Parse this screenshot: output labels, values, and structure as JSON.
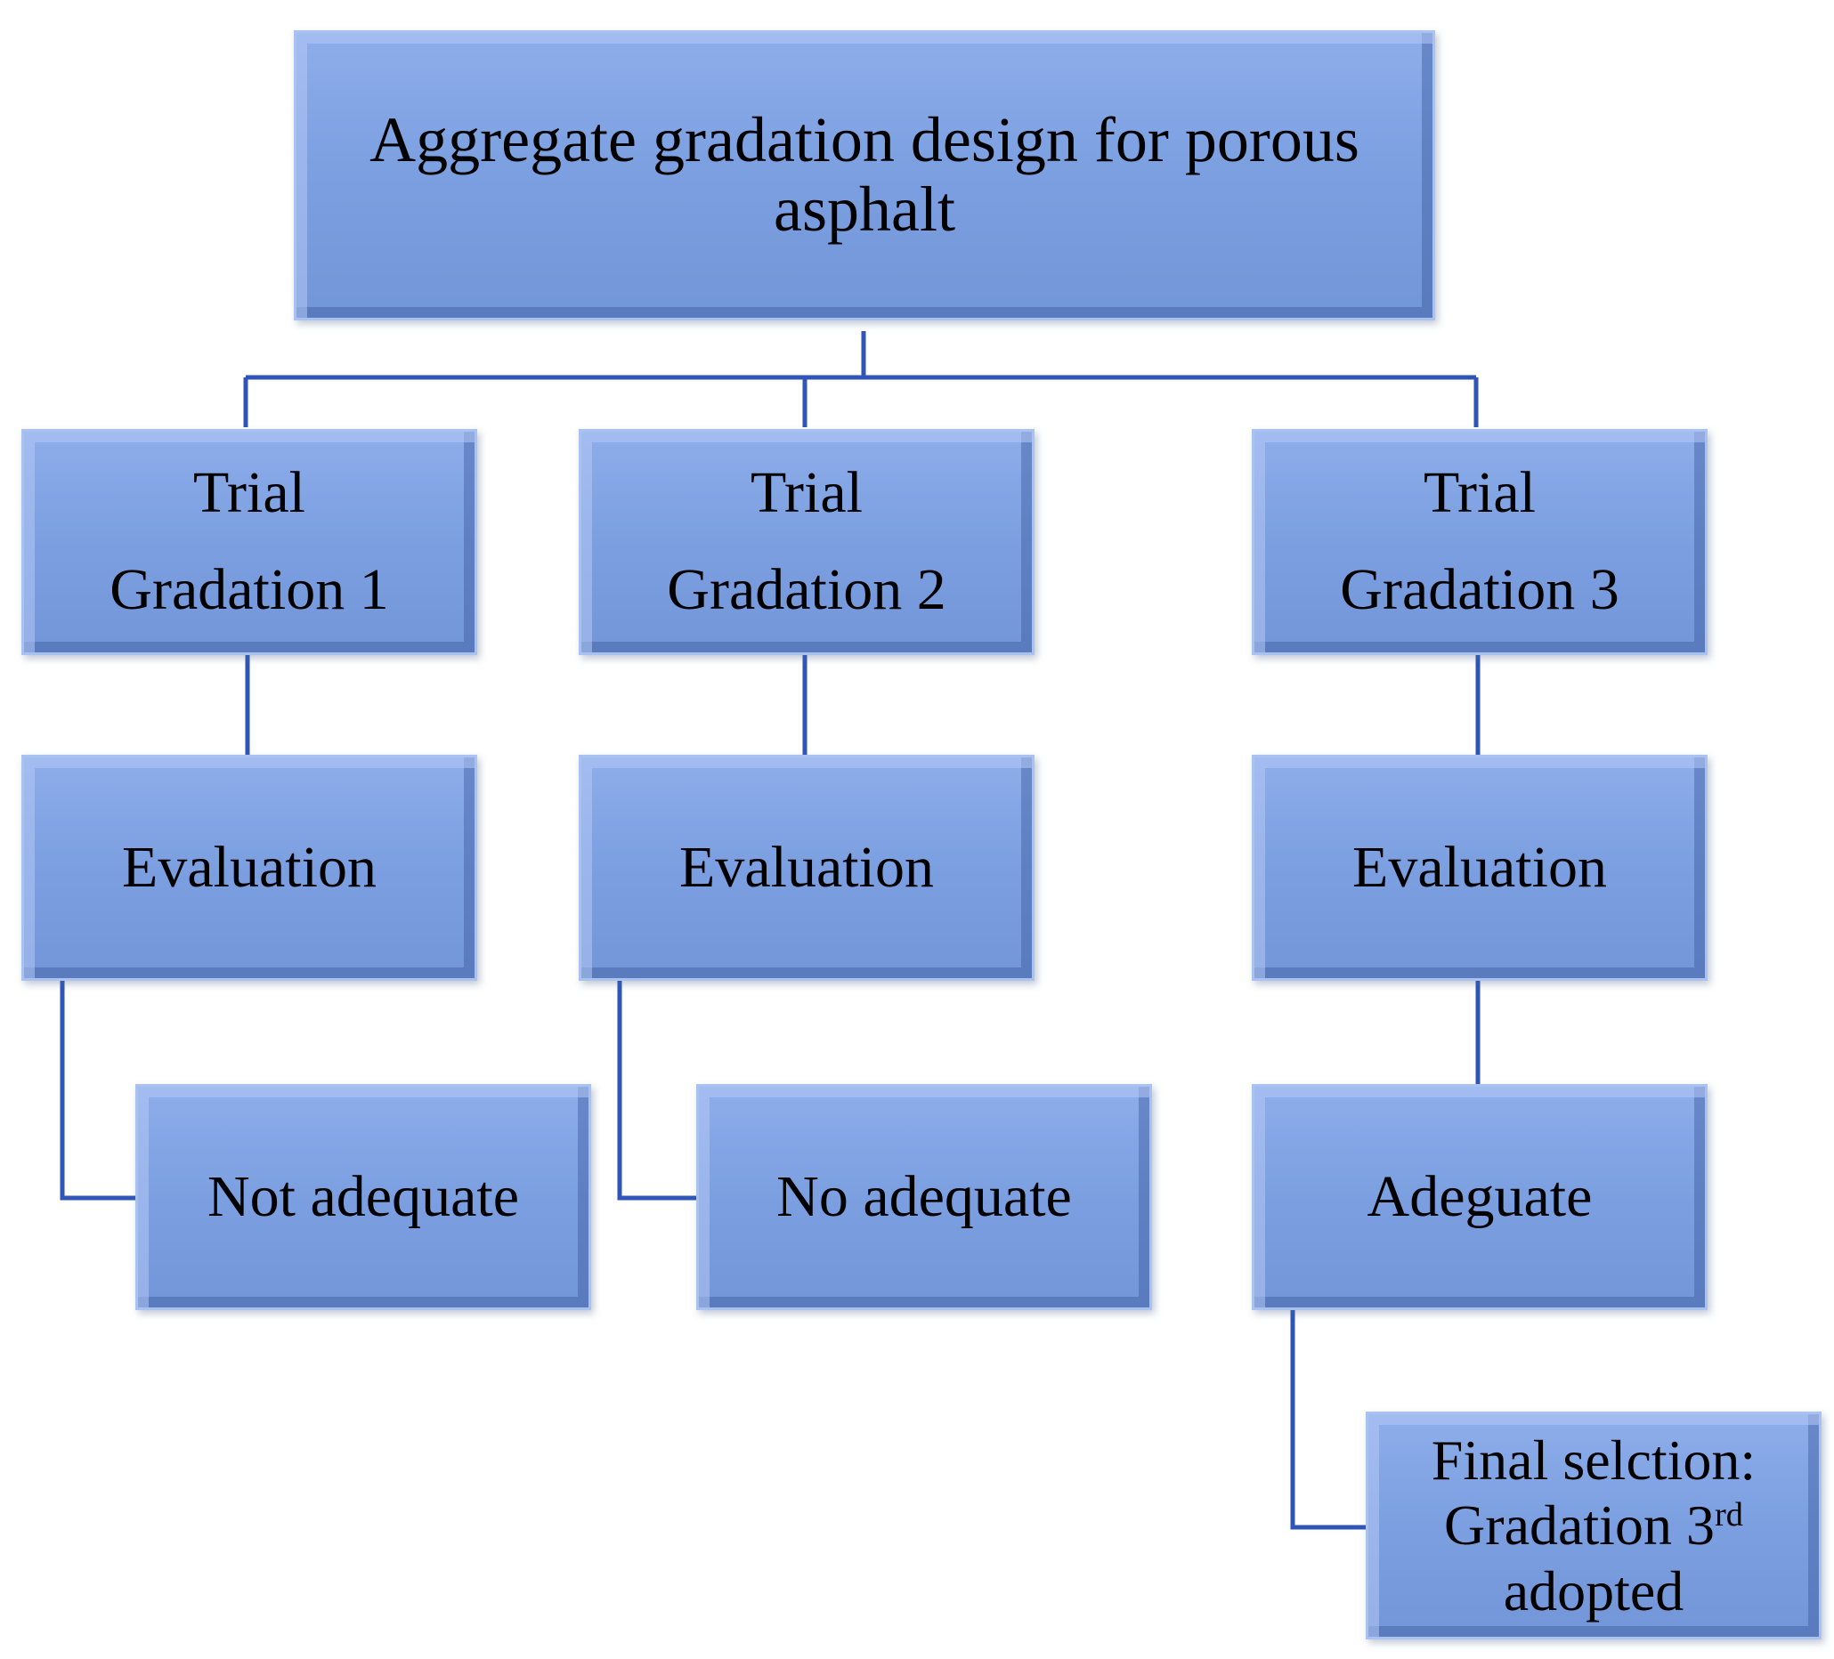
{
  "diagram": {
    "title": {
      "line1": "Aggregate gradation design for porous",
      "line2": "asphalt"
    },
    "columns": [
      {
        "trial": {
          "line1": "Trial",
          "line2": "Gradation 1"
        },
        "evaluation": "Evaluation",
        "result": "Not adequate"
      },
      {
        "trial": {
          "line1": "Trial",
          "line2": "Gradation 2"
        },
        "evaluation": "Evaluation",
        "result": "No adequate"
      },
      {
        "trial": {
          "line1": "Trial",
          "line2": "Gradation 3"
        },
        "evaluation": "Evaluation",
        "result": "Adeguate"
      }
    ],
    "final": {
      "line1": "Final selction:",
      "line2_main": "Gradation 3",
      "line2_sup": "rd",
      "line3": "adopted"
    },
    "colors": {
      "box_fill": "#7b9fe0",
      "box_border": "#a9c2f0",
      "connector": "#2f55b8"
    }
  }
}
